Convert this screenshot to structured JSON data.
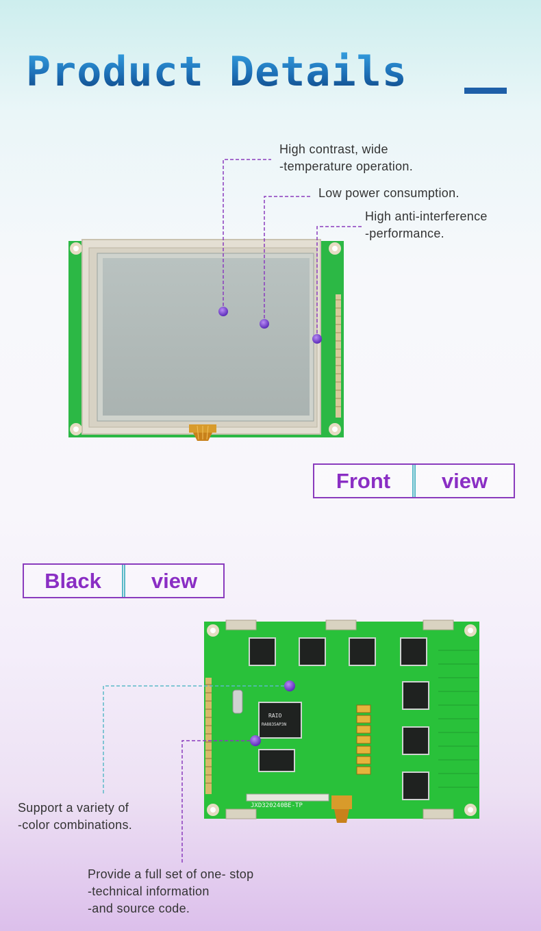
{
  "header": {
    "title": "Product Details"
  },
  "front": {
    "callouts": [
      {
        "line1": "High contrast, wide",
        "line2": "-temperature operation."
      },
      {
        "line1": "Low power consumption."
      },
      {
        "line1": "High anti-interference",
        "line2": "-performance."
      }
    ],
    "label_word1": "Front",
    "label_word2": "view"
  },
  "back": {
    "label_word1": "Black",
    "label_word2": "view",
    "chip_brand": "RAIO",
    "chip_model": "RA8835AP3N",
    "board_model": "JXD320240BE-TP",
    "callouts": [
      {
        "line1": "Support a variety of",
        "line2": "-color combinations."
      },
      {
        "line1": "Provide a full set of one- stop",
        "line2": "-technical information",
        "line3": "-and source code."
      }
    ]
  },
  "colors": {
    "title": "#1d7bc6",
    "accent_purple": "#8a2ec4",
    "pcb_green": "#29c13a",
    "teal": "#5ab9c8"
  }
}
